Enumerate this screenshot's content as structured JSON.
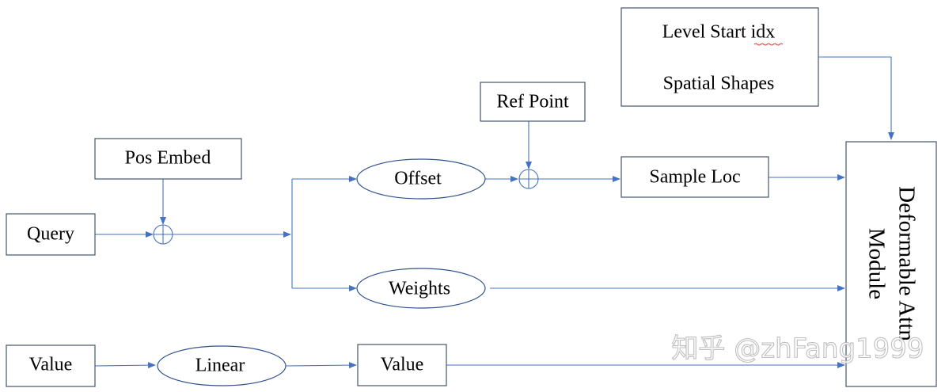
{
  "diagram": {
    "nodes": {
      "query": "Query",
      "pos_embed": "Pos Embed",
      "offset": "Offset",
      "weights": "Weights",
      "ref_point": "Ref Point",
      "sample_loc": "Sample Loc",
      "level_start_idx": "Level Start idx",
      "spatial_shapes": "Spatial Shapes",
      "deformable_line1": "Deformable Attn",
      "deformable_line2": "Module",
      "value_input": "Value",
      "linear": "Linear",
      "value_output": "Value"
    },
    "watermark": "知乎 @zhFang1999"
  },
  "colors": {
    "box_border": "#44546a",
    "ellipse_border": "#2f528f",
    "arrow": "#4472c4"
  }
}
